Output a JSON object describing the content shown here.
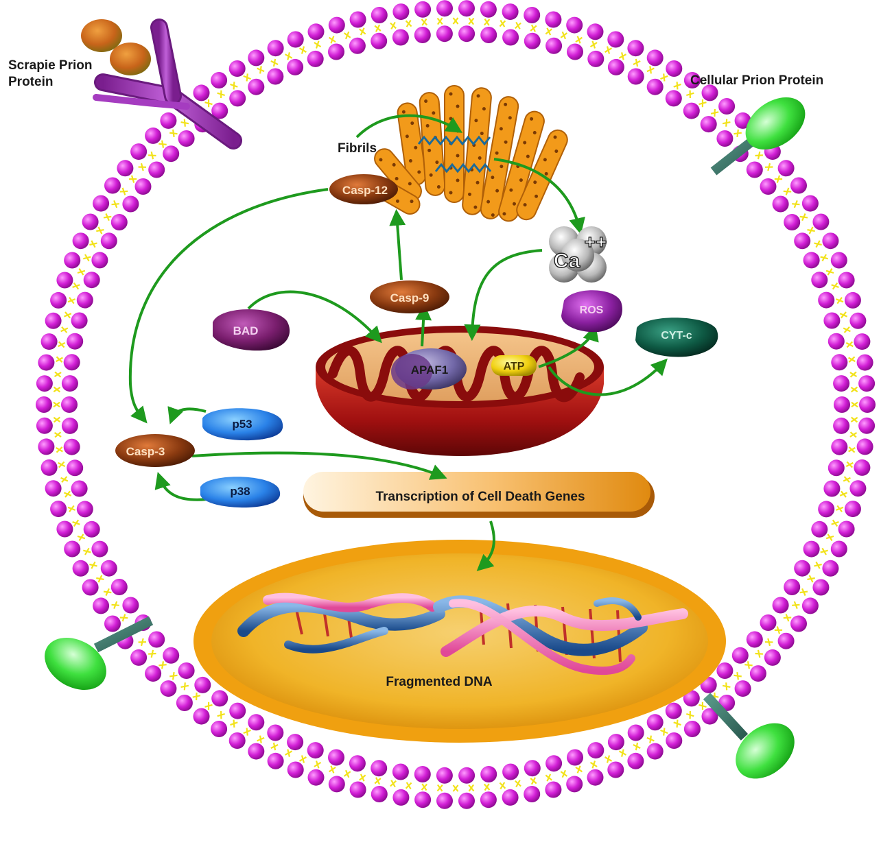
{
  "labels": {
    "scrapie_prion_protein_line1": "Scrapie Prion",
    "scrapie_prion_protein_line2": "Protein",
    "cellular_prion_protein": "Cellular Prion Protein",
    "fibrils": "Fibrils",
    "casp12": "Casp-12",
    "casp9": "Casp-9",
    "casp3": "Casp-3",
    "bad": "BAD",
    "apaf1": "APAF1",
    "atp": "ATP",
    "ros": "ROS",
    "cytc": "CYT-c",
    "p53": "p53",
    "p38": "p38",
    "calcium": "Ca",
    "calcium_charge": "++",
    "transcription": "Transcription of Cell Death Genes",
    "fragmented_dna": "Fragmented DNA"
  },
  "colors": {
    "membrane_head": "#d21fd6",
    "membrane_tail": "#f2e21a",
    "arrow": "#1e9a1e",
    "caspase": "#8a3a10",
    "mitochondrion": "#9e1010",
    "golgi": "#f29a1a",
    "prion_green": "#3fe03f",
    "antibody": "#a53cc0",
    "nucleus": "#f0a010"
  }
}
